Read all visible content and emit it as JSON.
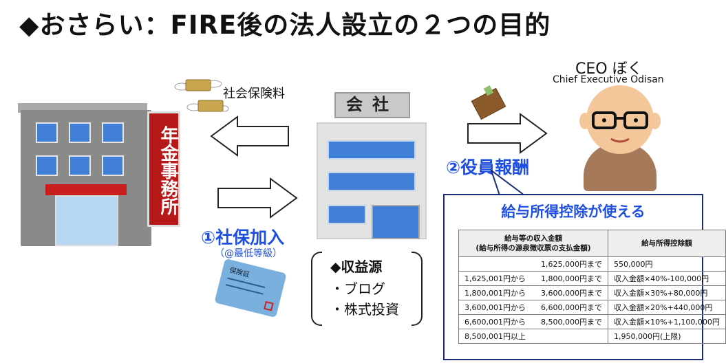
{
  "title": "◆おさらい：FIRE後の法人設立の２つの目的",
  "pension_office": {
    "sign": "年金事務所"
  },
  "company": {
    "sign": "会社"
  },
  "flows": {
    "social_insurance_fee": "社会保険料",
    "join_insurance": "①社保加入",
    "join_insurance_note": "（@最低等級）",
    "officer_pay": "②役員報酬"
  },
  "income_sources": {
    "heading": "◆収益源",
    "items": [
      "・ブログ",
      "・株式投資"
    ]
  },
  "ceo": {
    "title": "CEO ぼく",
    "subtitle": "Chief Executive Odisan"
  },
  "insurance_card": {
    "label": "保険証"
  },
  "deduction": {
    "heading": "給与所得控除が使える",
    "columns": [
      "給与等の収入金額\n(給与所得の源泉徴収票の支払金額)",
      "給与所得控除額"
    ],
    "rows": [
      [
        "1,625,000円まで",
        "550,000円"
      ],
      [
        "1,625,001円から　　1,800,000円まで",
        "収入金額×40%-100,000円"
      ],
      [
        "1,800,001円から　　3,600,000円まで",
        "収入金額×30%+80,000円"
      ],
      [
        "3,600,001円から　　6,600,000円まで",
        "収入金額×20%+440,000円"
      ],
      [
        "6,600,001円から　　8,500,000円まで",
        "収入金額×10%+1,100,000円"
      ],
      [
        "8,500,001円以上",
        "1,950,000円(上限)"
      ]
    ]
  },
  "colors": {
    "accent_blue": "#1f4fe0",
    "building_blue": "#3f7fd8",
    "sign_red": "#b71818",
    "bubble_border": "#1c2b7a"
  }
}
